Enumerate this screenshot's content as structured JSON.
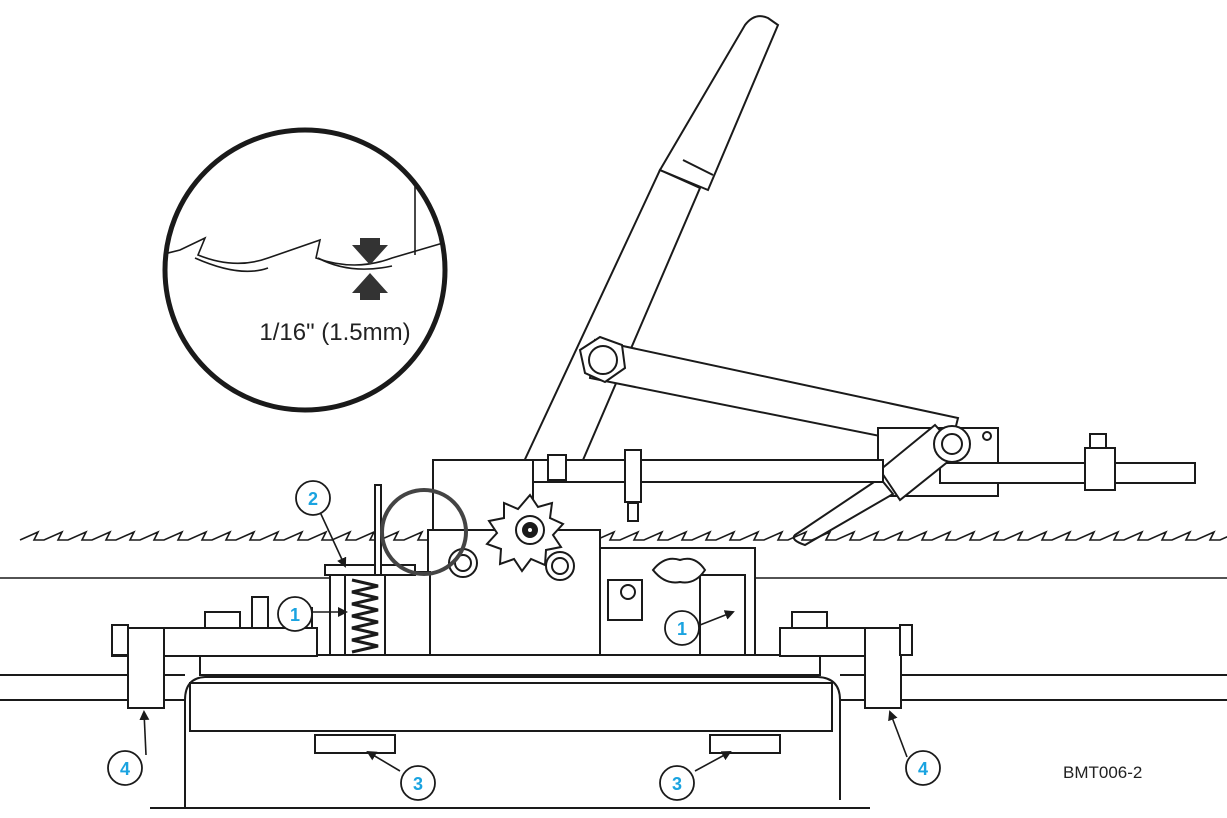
{
  "figure": {
    "code": "BMT006-2",
    "detail_dimension": "1/16\" (1.5mm)"
  },
  "callouts": [
    {
      "number": "1"
    },
    {
      "number": "1"
    },
    {
      "number": "2"
    },
    {
      "number": "3"
    },
    {
      "number": "3"
    },
    {
      "number": "4"
    },
    {
      "number": "4"
    }
  ],
  "colors": {
    "callout_accent": "#1aa3e0",
    "line": "#1a1a1a",
    "arrow_fill": "#333333"
  }
}
